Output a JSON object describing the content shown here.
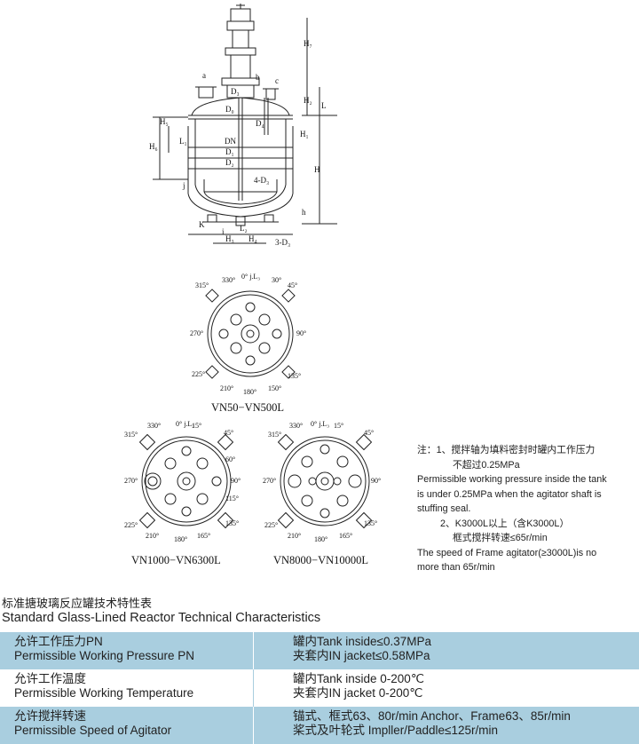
{
  "drawing": {
    "dimension_labels": [
      "a",
      "b",
      "c",
      "D₃",
      "D₀",
      "D₄",
      "DN",
      "D₁",
      "D₂",
      "4-D₃",
      "H₁",
      "H₂",
      "H₃",
      "H₄",
      "H₅",
      "H₆",
      "H₇",
      "H",
      "h",
      "L",
      "L₁",
      "L₂",
      "K",
      "i",
      "j",
      "3-D₃"
    ]
  },
  "flange_layouts": [
    {
      "caption": "VN50−VN500L"
    },
    {
      "caption": "VN1000−VN6300L"
    },
    {
      "caption": "VN8000−VN10000L"
    }
  ],
  "notes": {
    "line1": "注：1、搅拌轴为填料密封时罐内工作压力",
    "line2": "不超过0.25MPa",
    "line3": "Permissible working pressure inside the tank",
    "line4": "is under 0.25MPa when the agitator shaft is",
    "line5": "stuffing seal.",
    "line6": "2、K3000L以上（含K3000L）",
    "line7": "框式搅拌转速≤65r/min",
    "line8": "The speed of Frame agitator(≥3000L)is no",
    "line9": "more than 65r/min"
  },
  "table_title": {
    "zh": "标准搪玻璃反应罐技术特性表",
    "en": "Standard Glass-Lined Reactor Technical Characteristics"
  },
  "table": {
    "rows": [
      {
        "label_zh": "允许工作压力PN",
        "label_en": "Permissible Working Pressure PN",
        "value1": "罐内Tank inside≤0.37MPa",
        "value2": "夹套内IN jacket≤0.58MPa"
      },
      {
        "label_zh": "允许工作温度",
        "label_en": "Permissible Working Temperature",
        "value1": "罐内Tank inside 0-200℃",
        "value2": "夹套内IN jacket 0-200℃"
      },
      {
        "label_zh": "允许搅拌转速",
        "label_en": "Permissible Speed of Agitator",
        "value1": "锚式、框式63、80r/min   Anchor、Frame63、85r/min",
        "value2": "桨式及叶轮式  Impller/Paddle≤125r/min"
      }
    ]
  },
  "colors": {
    "table_shade": "#a9cedf",
    "line": "#222222"
  }
}
